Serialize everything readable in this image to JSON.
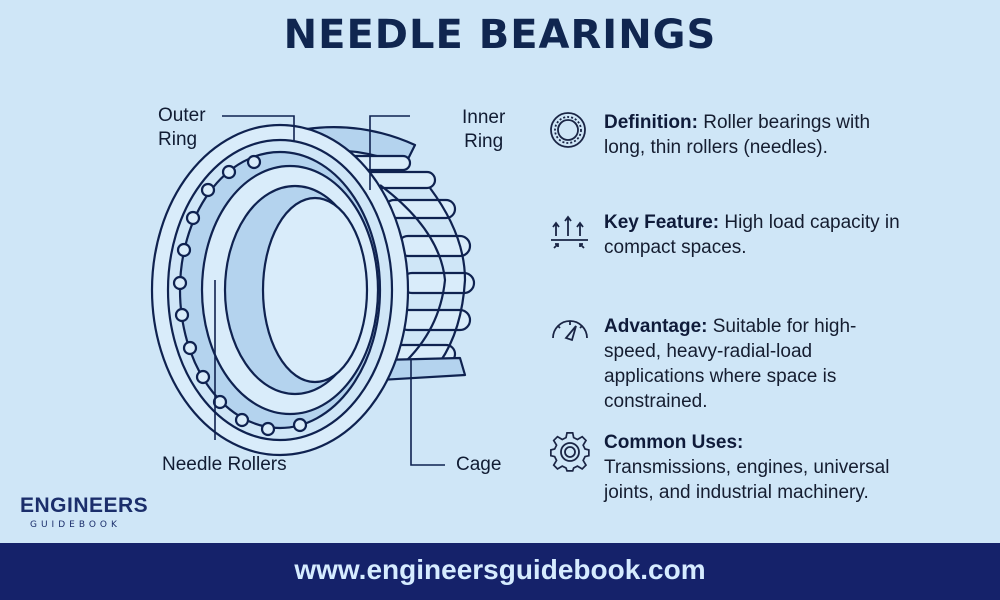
{
  "header": {
    "title": "NEEDLE BEARINGS"
  },
  "diagram": {
    "labels": {
      "outer_ring_line1": "Outer",
      "outer_ring_line2": "Ring",
      "inner_ring_line1": "Inner",
      "inner_ring_line2": "Ring",
      "needle_rollers": "Needle Rollers",
      "cage": "Cage"
    },
    "colors": {
      "stroke": "#0f2250",
      "fill_light": "#d9ecfa",
      "fill_mid": "#b4d3ee"
    }
  },
  "info": [
    {
      "icon": "bearing-ring-icon",
      "heading": "Definition:",
      "body": " Roller bearings with long, thin rollers (needles)."
    },
    {
      "icon": "load-arrows-icon",
      "heading": "Key Feature:",
      "body": " High load capacity in compact spaces."
    },
    {
      "icon": "speedometer-icon",
      "heading": "Advantage:",
      "body": " Suitable for high-speed, heavy-radial-load applications where space is constrained."
    },
    {
      "icon": "gear-icon",
      "heading": "Common Uses:",
      "body": "Transmissions, engines, universal joints, and industrial machinery."
    }
  ],
  "logo": {
    "main": "ENGINEERS",
    "sub": "GUIDEBOOK"
  },
  "footer": {
    "url": "www.engineersguidebook.com"
  },
  "colors": {
    "background": "#cfe6f7",
    "footer_bg": "#15226a",
    "title": "#102650",
    "footer_text": "#d6ecff"
  }
}
